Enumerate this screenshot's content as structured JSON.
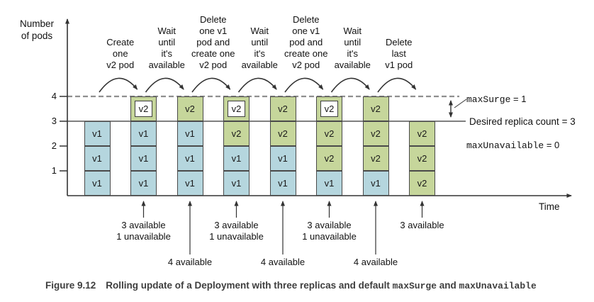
{
  "diagram": {
    "y_axis_label_line1": "Number",
    "y_axis_label_line2": "of pods",
    "x_axis_label": "Time",
    "y_ticks": [
      "4",
      "3",
      "2",
      "1"
    ]
  },
  "annotations_top": [
    {
      "lines": [
        "Create",
        "one",
        "v2 pod"
      ]
    },
    {
      "lines": [
        "Wait",
        "until",
        "it's",
        "available"
      ]
    },
    {
      "lines": [
        "Delete",
        "one v1",
        "pod and",
        "create one",
        "v2 pod"
      ]
    },
    {
      "lines": [
        "Wait",
        "until",
        "it's",
        "available"
      ]
    },
    {
      "lines": [
        "Delete",
        "one v1",
        "pod and",
        "create one",
        "v2 pod"
      ]
    },
    {
      "lines": [
        "Wait",
        "until",
        "it's",
        "available"
      ]
    },
    {
      "lines": [
        "Delete",
        "last",
        "v1 pod"
      ]
    }
  ],
  "columns": [
    {
      "pods": [
        {
          "label": "v1",
          "version": "v1",
          "state": "available"
        },
        {
          "label": "v1",
          "version": "v1",
          "state": "available"
        },
        {
          "label": "v1",
          "version": "v1",
          "state": "available"
        }
      ]
    },
    {
      "pods": [
        {
          "label": "v1",
          "version": "v1",
          "state": "available"
        },
        {
          "label": "v1",
          "version": "v1",
          "state": "available"
        },
        {
          "label": "v1",
          "version": "v1",
          "state": "available"
        },
        {
          "label": "v2",
          "version": "v2",
          "state": "creating"
        }
      ]
    },
    {
      "pods": [
        {
          "label": "v1",
          "version": "v1",
          "state": "available"
        },
        {
          "label": "v1",
          "version": "v1",
          "state": "available"
        },
        {
          "label": "v1",
          "version": "v1",
          "state": "available"
        },
        {
          "label": "v2",
          "version": "v2",
          "state": "available"
        }
      ]
    },
    {
      "pods": [
        {
          "label": "v1",
          "version": "v1",
          "state": "available"
        },
        {
          "label": "v1",
          "version": "v1",
          "state": "available"
        },
        {
          "label": "v2",
          "version": "v2",
          "state": "available"
        },
        {
          "label": "v2",
          "version": "v2",
          "state": "creating"
        }
      ]
    },
    {
      "pods": [
        {
          "label": "v1",
          "version": "v1",
          "state": "available"
        },
        {
          "label": "v1",
          "version": "v1",
          "state": "available"
        },
        {
          "label": "v2",
          "version": "v2",
          "state": "available"
        },
        {
          "label": "v2",
          "version": "v2",
          "state": "available"
        }
      ]
    },
    {
      "pods": [
        {
          "label": "v1",
          "version": "v1",
          "state": "available"
        },
        {
          "label": "v2",
          "version": "v2",
          "state": "available"
        },
        {
          "label": "v2",
          "version": "v2",
          "state": "available"
        },
        {
          "label": "v2",
          "version": "v2",
          "state": "creating"
        }
      ]
    },
    {
      "pods": [
        {
          "label": "v1",
          "version": "v1",
          "state": "available"
        },
        {
          "label": "v2",
          "version": "v2",
          "state": "available"
        },
        {
          "label": "v2",
          "version": "v2",
          "state": "available"
        },
        {
          "label": "v2",
          "version": "v2",
          "state": "available"
        }
      ]
    },
    {
      "pods": [
        {
          "label": "v2",
          "version": "v2",
          "state": "available"
        },
        {
          "label": "v2",
          "version": "v2",
          "state": "available"
        },
        {
          "label": "v2",
          "version": "v2",
          "state": "available"
        }
      ]
    }
  ],
  "availability_notes": [
    {
      "column": 2,
      "arrow": "short",
      "lines": [
        "3 available",
        "1 unavailable"
      ]
    },
    {
      "column": 3,
      "arrow": "long",
      "lines": [
        "4 available"
      ]
    },
    {
      "column": 4,
      "arrow": "short",
      "lines": [
        "3 available",
        "1 unavailable"
      ]
    },
    {
      "column": 5,
      "arrow": "long",
      "lines": [
        "4 available"
      ]
    },
    {
      "column": 6,
      "arrow": "short",
      "lines": [
        "3 available",
        "1 unavailable"
      ]
    },
    {
      "column": 7,
      "arrow": "long",
      "lines": [
        "4 available"
      ]
    },
    {
      "column": 8,
      "arrow": "short",
      "lines": [
        "3 available"
      ]
    }
  ],
  "right_labels": {
    "max_surge_code": "maxSurge",
    "max_surge_rest": " = 1",
    "desired_replica": "Desired replica count = 3",
    "max_unavailable_code": "maxUnavailable",
    "max_unavailable_rest": " = 0"
  },
  "caption": {
    "figure_label": "Figure 9.12",
    "text_before": "Rolling update of a Deployment with three replicas and default ",
    "code1": "maxSurge",
    "text_mid": " and ",
    "code2": "maxUnavailable"
  },
  "colors": {
    "v1_pod": "#b5d6de",
    "v2_pod": "#c6d69b",
    "pod_border": "#4a4a4a",
    "line": "#333333",
    "dashed_line": "#8f8f8f"
  }
}
